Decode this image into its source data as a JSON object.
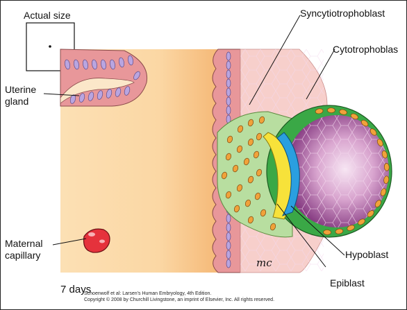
{
  "labels": {
    "actual_size": "Actual size",
    "syncytiotrophoblast": "Syncytiotrophoblast",
    "cytotrophoblast": "Cytotrophoblas",
    "uterine_gland_1": "Uterine",
    "uterine_gland_2": "gland",
    "maternal_capillary_1": "Maternal",
    "maternal_capillary_2": "capillary",
    "hypoblast": "Hypoblast",
    "epiblast": "Epiblast",
    "age": "7 days",
    "artist_signature": "mc"
  },
  "credit": {
    "line1": "Schoenwolf et al: Larsen's Human Embryology, 4th Edition.",
    "line2": "Copyright © 2008 by Churchill Livingstone, an imprint of Elsevier, Inc. All rights reserved."
  },
  "colors": {
    "endometrium_stroma": "#fbd9a8",
    "endometrium_gradient_end": "#f5b46e",
    "epithelium_cells": "#e8979a",
    "nuclei": "#b9a5e0",
    "syncytiotrophoblast": "#f6c7c4",
    "cytotrophoblast": "#3aa846",
    "epiblast": "#f7e23a",
    "hypoblast": "#2a9fe0",
    "blastocyst_cavity": "#a35a9e",
    "maternal_capillary": "#e5323c",
    "trophoblast_nuclei": "#f0a23a"
  }
}
